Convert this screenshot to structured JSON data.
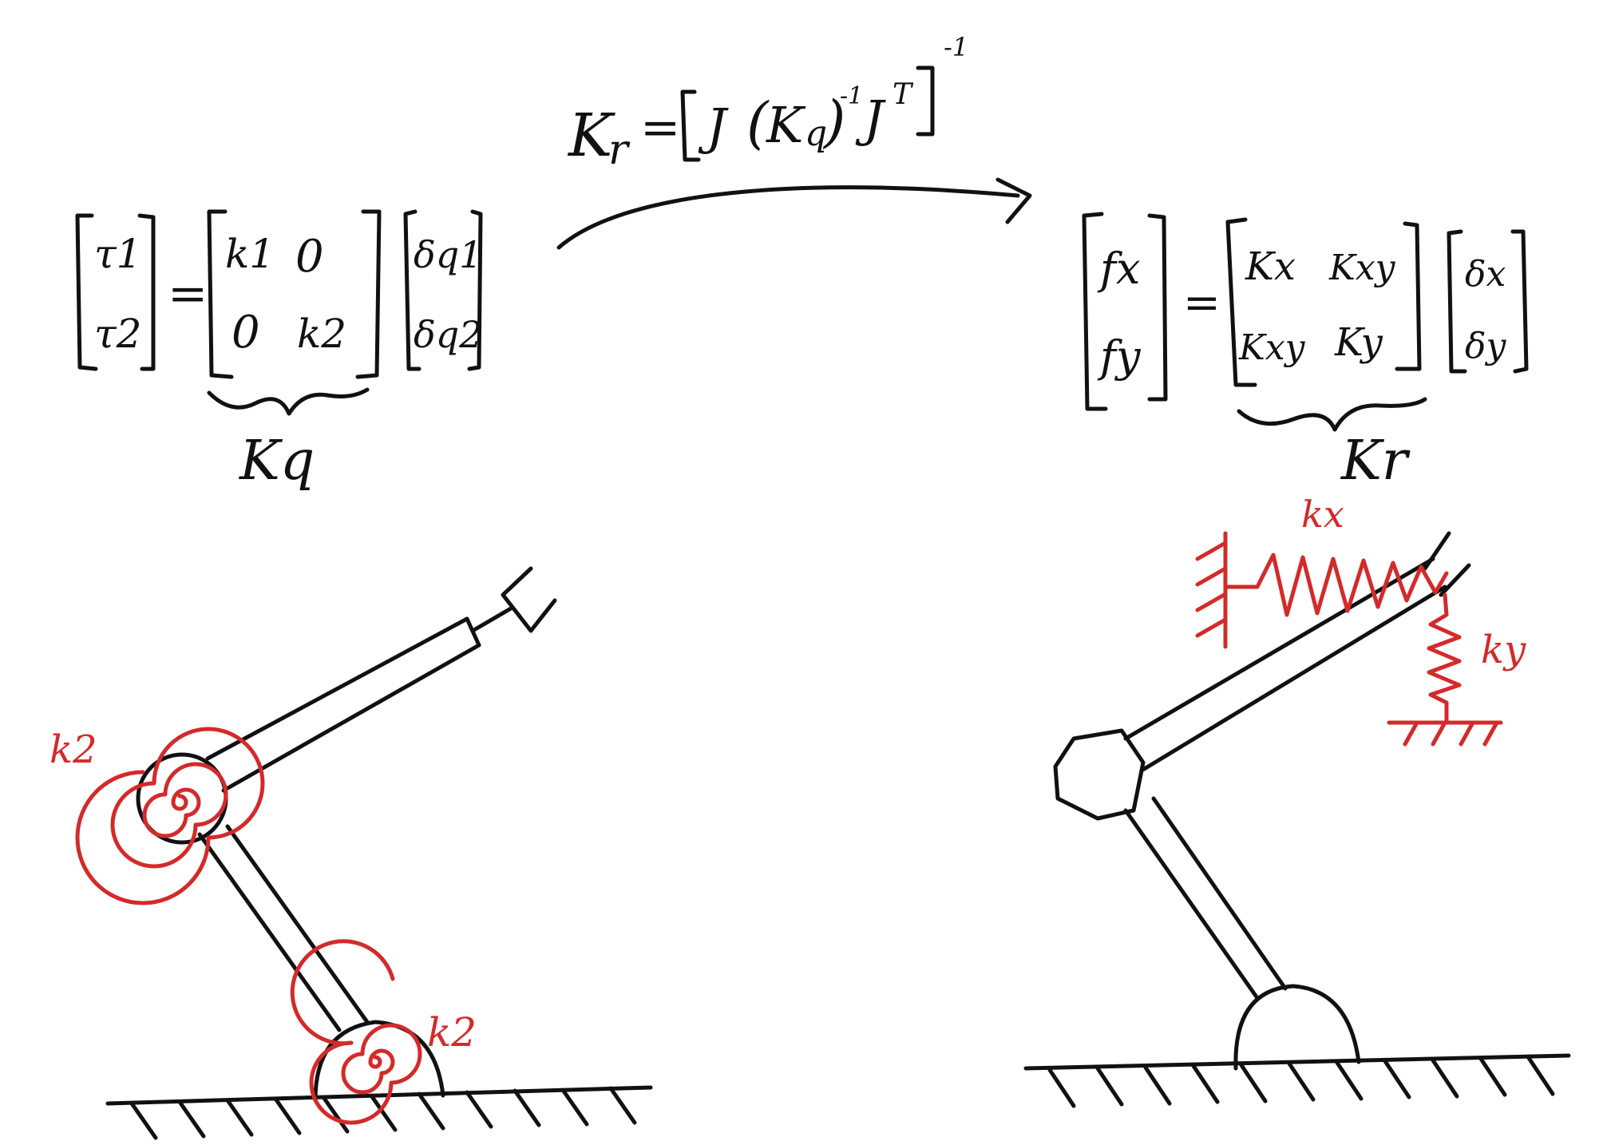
{
  "mapping": {
    "formula_lhs": "K",
    "formula_lhs_sub": "r",
    "formula_eq": "=",
    "formula_J": "J",
    "formula_Kq": "K",
    "formula_Kq_sub": "q",
    "formula_inv": "-1",
    "formula_JT": "J",
    "formula_T": "T",
    "formula_outer_inv": "-1"
  },
  "joint_equation": {
    "lhs": [
      "τ1",
      "τ2"
    ],
    "eq": "=",
    "matrix": [
      [
        "k1",
        "0"
      ],
      [
        "0",
        "k2"
      ]
    ],
    "rhs": [
      "δq1",
      "δq2"
    ],
    "brace_label": "Kq"
  },
  "cartesian_equation": {
    "lhs": [
      "fx",
      "fy"
    ],
    "eq": "=",
    "matrix": [
      [
        "Kx",
        "Kxy"
      ],
      [
        "Kxy",
        "Ky"
      ]
    ],
    "rhs": [
      "δx",
      "δy"
    ],
    "brace_label": "Kr"
  },
  "left_robot": {
    "joint_spring_upper_label": "k2",
    "joint_spring_lower_label": "k2"
  },
  "right_robot": {
    "spring_x_label": "kx",
    "spring_y_label": "ky"
  },
  "colors": {
    "ink": "#111111",
    "spring": "#d42a2a",
    "background": "#ffffff"
  }
}
